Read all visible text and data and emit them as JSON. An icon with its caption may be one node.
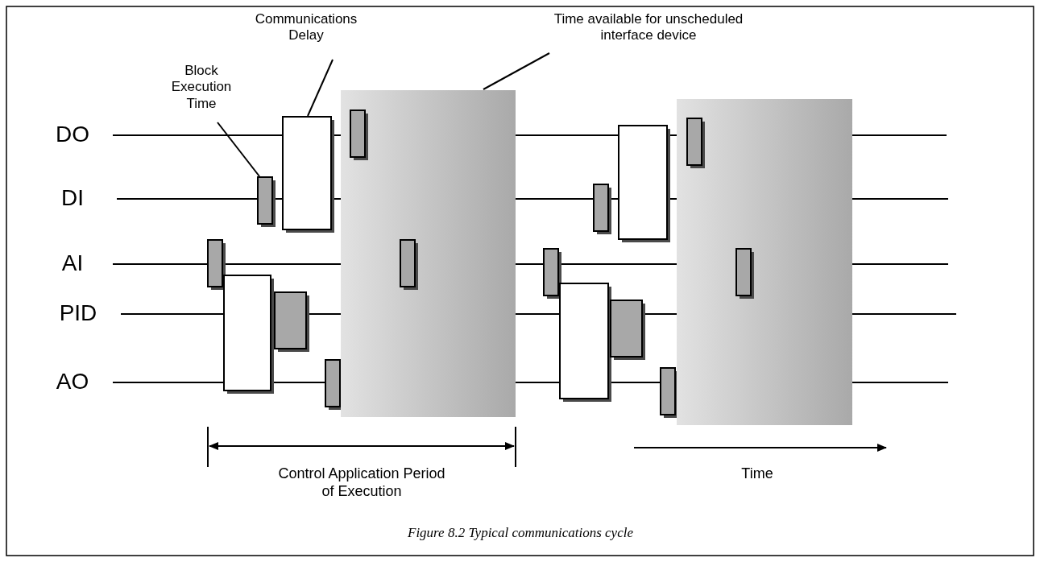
{
  "diagram": {
    "caption": "Figure 8.2 Typical communications cycle",
    "nodes": [
      {
        "text": [
          "Block Execution Time"
        ]
      },
      {
        "text": [
          "Communications Delay"
        ]
      },
      {
        "text": [
          "Time available for unscheduled interface device"
        ]
      },
      {
        "text": [],
        "shape": "bar"
      },
      {
        "text": [],
        "shape": "box"
      },
      {
        "text": [],
        "shape": "bar"
      },
      {
        "text": [],
        "shape": "bar"
      },
      {
        "text": [],
        "shape": "box"
      },
      {
        "text": [],
        "shape": "bar"
      },
      {
        "text": [],
        "shape": "band"
      },
      {
        "text": [],
        "shape": "bar",
        "in": 9
      },
      {
        "text": [],
        "shape": "bar",
        "in": 9
      },
      {
        "text": [],
        "shape": "bar"
      },
      {
        "text": [],
        "shape": "box"
      },
      {
        "text": [],
        "shape": "bar"
      },
      {
        "text": [],
        "shape": "bar"
      },
      {
        "text": [],
        "shape": "box"
      },
      {
        "text": [],
        "shape": "bar"
      },
      {
        "text": [],
        "shape": "band"
      },
      {
        "text": [],
        "shape": "bar",
        "in": 18
      },
      {
        "text": [],
        "shape": "bar",
        "in": 18
      }
    ],
    "edges": [
      {
        "from": 0,
        "to": 5,
        "arrow": "none"
      },
      {
        "from": 1,
        "to": 7,
        "arrow": "none"
      },
      {
        "from": 2,
        "to": 9,
        "arrow": "none"
      }
    ],
    "labels": [
      "DO",
      "DI",
      "AI",
      "PID",
      "AO",
      "Control Application Period of Execution",
      "Time"
    ]
  }
}
